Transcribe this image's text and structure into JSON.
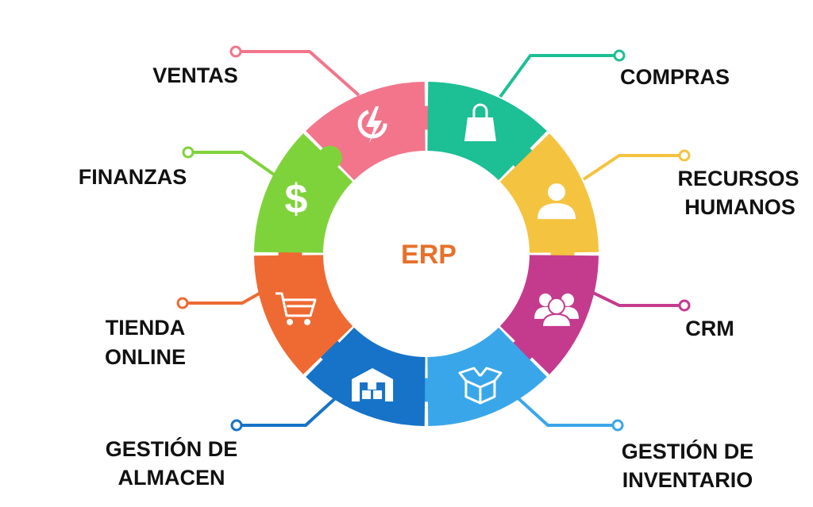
{
  "center": {
    "label": "ERP",
    "color": "#e8702a"
  },
  "modules": [
    {
      "id": "ventas",
      "label_lines": [
        "VENTAS"
      ],
      "color": "#f2758b",
      "icon": "lightning-gear-icon"
    },
    {
      "id": "compras",
      "label_lines": [
        "COMPRAS"
      ],
      "color": "#1dbf95",
      "icon": "shopping-bag-icon"
    },
    {
      "id": "rrhh",
      "label_lines": [
        "RECURSOS",
        "HUMANOS"
      ],
      "color": "#f4c33f",
      "icon": "user-icon"
    },
    {
      "id": "crm",
      "label_lines": [
        "CRM"
      ],
      "color": "#c43b8e",
      "icon": "people-group-icon"
    },
    {
      "id": "inventario",
      "label_lines": [
        "GESTIÓN DE",
        "INVENTARIO"
      ],
      "color": "#3aa6ea",
      "icon": "open-box-icon"
    },
    {
      "id": "almacen",
      "label_lines": [
        "GESTIÓN DE",
        "ALMACEN"
      ],
      "color": "#1673c8",
      "icon": "warehouse-icon"
    },
    {
      "id": "tienda",
      "label_lines": [
        "TIENDA",
        "ONLINE"
      ],
      "color": "#ee6a32",
      "icon": "shopping-cart-icon"
    },
    {
      "id": "finanzas",
      "label_lines": [
        "FINANZAS"
      ],
      "color": "#7fd33a",
      "icon": "dollar-icon"
    }
  ]
}
